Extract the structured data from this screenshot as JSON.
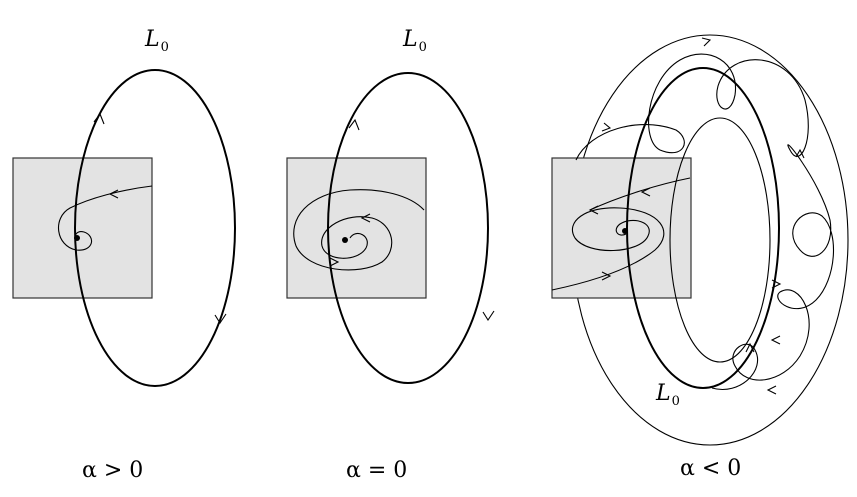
{
  "panels": [
    {
      "orbit_label": "L",
      "orbit_sub": "0",
      "caption": "α > 0"
    },
    {
      "orbit_label": "L",
      "orbit_sub": "0",
      "caption": "α = 0"
    },
    {
      "orbit_label": "L",
      "orbit_sub": "0",
      "caption": "α < 0"
    }
  ]
}
